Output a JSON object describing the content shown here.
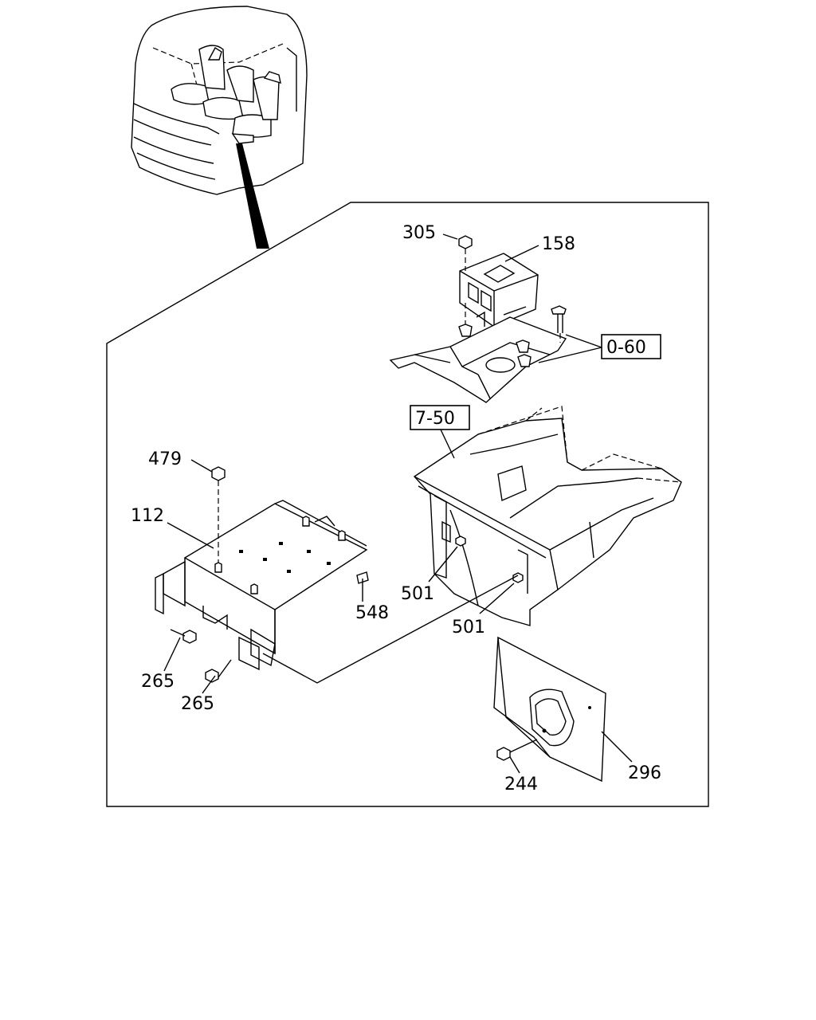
{
  "callouts": {
    "c305": "305",
    "c158": "158",
    "c060": "0-60",
    "c750": "7-50",
    "c479": "479",
    "c112": "112",
    "c501a": "501",
    "c501b": "501",
    "c548": "548",
    "c265a": "265",
    "c265b": "265",
    "c244": "244",
    "c296": "296"
  }
}
